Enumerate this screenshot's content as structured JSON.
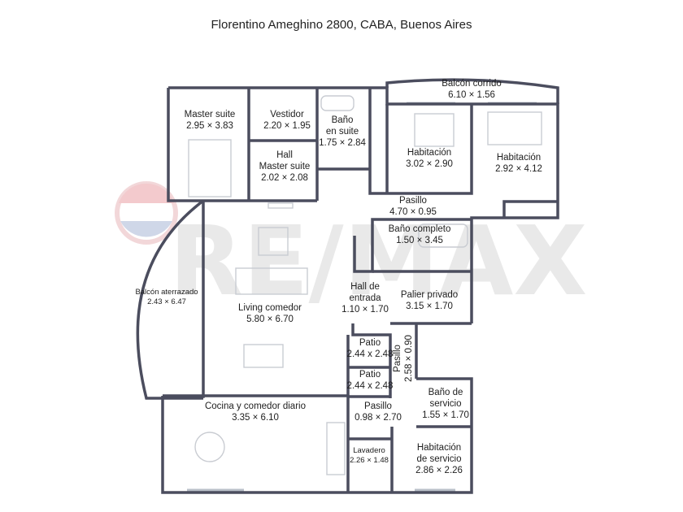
{
  "title": "Florentino Ameghino 2800, CABA, Buenos Aires",
  "watermark": {
    "text": "RE/MAX",
    "color_red": "#e4545d",
    "color_blue": "#4a6fb0",
    "color_gray": "#d8d8d8"
  },
  "colors": {
    "wall": "#4b4d5e",
    "window": "#b9bfc8",
    "furniture": "#c9ccd2",
    "background": "#ffffff"
  },
  "rooms": {
    "master_suite": {
      "name": "Master suite",
      "dims": "2.95 × 3.83"
    },
    "vestidor": {
      "name": "Vestidor",
      "dims": "2.20 × 1.95"
    },
    "bano_suite": {
      "name1": "Baño",
      "name2": "en suite",
      "dims": "1.75 × 2.84"
    },
    "hall_master": {
      "name1": "Hall",
      "name2": "Master suite",
      "dims": "2.02 × 2.08"
    },
    "balcon_corrido": {
      "name": "Balcón corrido",
      "dims": "6.10 × 1.56"
    },
    "habitacion_1": {
      "name": "Habitación",
      "dims": "3.02 × 2.90"
    },
    "habitacion_2": {
      "name": "Habitación",
      "dims": "2.92 × 4.12"
    },
    "pasillo_1": {
      "name": "Pasillo",
      "dims": "4.70 × 0.95"
    },
    "bano_completo": {
      "name": "Baño completo",
      "dims": "1.50 × 3.45"
    },
    "balcon_aterrazado": {
      "name": "Balcón aterrazado",
      "dims": "2.43 × 6.47"
    },
    "living": {
      "name": "Living comedor",
      "dims": "5.80 × 6.70"
    },
    "hall_entrada": {
      "name1": "Hall de",
      "name2": "entrada",
      "dims": "1.10 × 1.70"
    },
    "palier": {
      "name": "Palier privado",
      "dims": "3.15 × 1.70"
    },
    "patio_1": {
      "name": "Patio",
      "dims": "2.44 x 2.48"
    },
    "patio_2": {
      "name": "Patio",
      "dims": "2.44 x 2.48"
    },
    "pasillo_vertical": {
      "name": "Pasillo",
      "dims": "2.58 × 0.90"
    },
    "bano_servicio": {
      "name1": "Baño de",
      "name2": "servicio",
      "dims": "1.55 × 1.70"
    },
    "cocina": {
      "name": "Cocina y comedor diario",
      "dims": "3.35 × 6.10"
    },
    "pasillo_2": {
      "name": "Pasillo",
      "dims": "0.98 × 2.70"
    },
    "lavadero": {
      "name": "Lavadero",
      "dims": "2.26 × 1.48"
    },
    "hab_servicio": {
      "name1": "Habitación",
      "name2": "de servicio",
      "dims": "2.86 × 2.26"
    }
  }
}
